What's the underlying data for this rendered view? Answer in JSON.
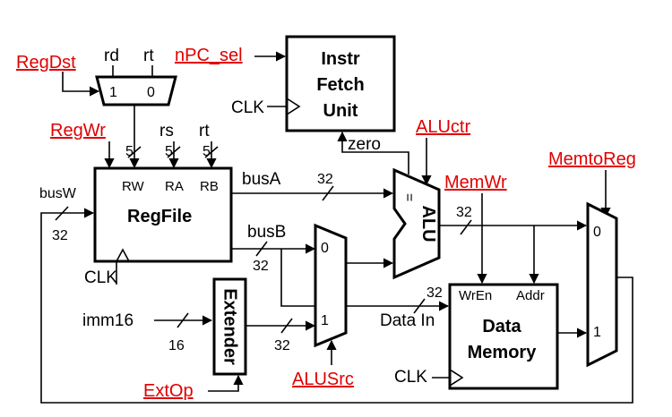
{
  "control_color": "#e00000",
  "control_signals": {
    "reg_dst": "RegDst",
    "npc_sel": "nPC_sel",
    "reg_wr": "RegWr",
    "alu_ctr": "ALUctr",
    "mem_wr": "MemWr",
    "memto_reg": "MemtoReg",
    "ext_op": "ExtOp",
    "alu_src": "ALUSrc"
  },
  "regdst_mux": {
    "rd": "rd",
    "rt": "rt",
    "in1": "1",
    "in0": "0"
  },
  "ifu": {
    "line1": "Instr",
    "line2": "Fetch",
    "line3": "Unit",
    "clk": "CLK",
    "zero": "zero"
  },
  "regfile": {
    "title": "RegFile",
    "rw": "RW",
    "ra": "RA",
    "rb": "RB",
    "rs": "rs",
    "rt": "rt",
    "w5a": "5",
    "w5b": "5",
    "w5c": "5",
    "clk": "CLK",
    "busw": "busW",
    "busw_width": "32"
  },
  "buses": {
    "busa": "busA",
    "busa_width": "32",
    "busb": "busB",
    "busb_width": "32",
    "alu_out_width": "32",
    "datain_width": "32",
    "imm16": "imm16",
    "imm_width": "16",
    "ext_width": "32"
  },
  "extender": {
    "title": "Extender"
  },
  "alusrc_mux": {
    "in0": "0",
    "in1": "1"
  },
  "alu": {
    "title": "ALU",
    "eq": "="
  },
  "data_memory": {
    "line1": "Data",
    "line2": "Memory",
    "wren": "WrEn",
    "addr": "Addr",
    "data_in": "Data In",
    "clk": "CLK"
  },
  "memtoreg_mux": {
    "in0": "0",
    "in1": "1"
  }
}
